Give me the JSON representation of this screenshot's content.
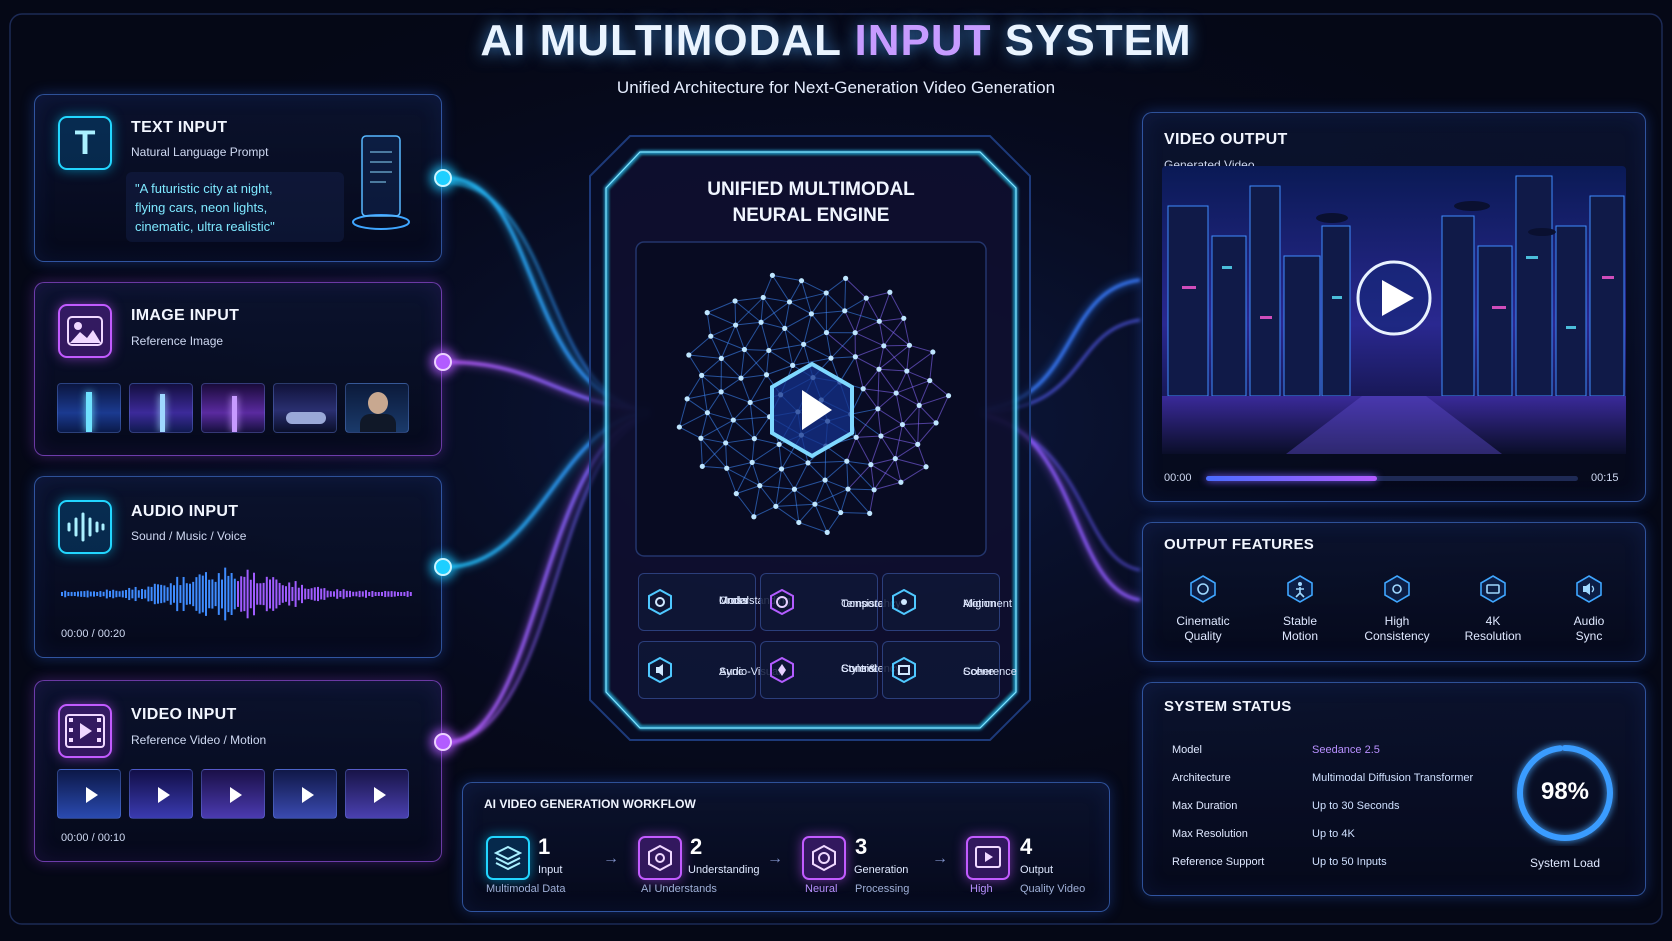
{
  "header": {
    "title_part1": "AI MULTIMODAL ",
    "title_part2": "INPUT",
    "title_part3": " SYSTEM",
    "subtitle": "Unified Architecture for Next-Generation Video Generation"
  },
  "text_input": {
    "title": "TEXT INPUT",
    "subtitle": "Natural Language Prompt",
    "prompt_line1": "\"A futuristic city at night,",
    "prompt_line2": "flying cars, neon lights,",
    "prompt_line3": "cinematic, ultra realistic\"",
    "icon_letter": "T"
  },
  "image_input": {
    "title": "IMAGE INPUT",
    "subtitle": "Reference Image"
  },
  "audio_input": {
    "title": "AUDIO INPUT",
    "subtitle": "Sound / Music / Voice",
    "time": "00:00 / 00:20"
  },
  "video_input": {
    "title": "VIDEO INPUT",
    "subtitle": "Reference Video / Motion",
    "time": "00:00 / 00:10"
  },
  "engine": {
    "title_line1": "UNIFIED MULTIMODAL",
    "title_line2": "NEURAL ENGINE",
    "features": [
      {
        "line1": "Cross",
        "line2": "Modal",
        "line3": "Understanding",
        "icon": "hex-gear-icon"
      },
      {
        "line1": "Temporal",
        "line2": "Consistency",
        "line3": "",
        "icon": "hex-clock-icon"
      },
      {
        "line1": "Motion",
        "line2": "Alignment",
        "line3": "",
        "icon": "hex-target-icon"
      },
      {
        "line1": "Audio-Visual",
        "line2": "Sync",
        "line3": "",
        "icon": "hex-audio-icon"
      },
      {
        "line1": "Style &",
        "line2": "Consistency",
        "line3": "Control",
        "icon": "hex-style-icon"
      },
      {
        "line1": "Scene",
        "line2": "Coherence",
        "line3": "",
        "icon": "hex-scene-icon"
      }
    ]
  },
  "video_output": {
    "title": "VIDEO OUTPUT",
    "subtitle": "Generated Video",
    "time_start": "00:00",
    "time_end": "00:15",
    "progress": 0.46
  },
  "output_features": {
    "title": "OUTPUT FEATURES",
    "items": [
      {
        "line1": "Cinematic",
        "line2": "Quality",
        "icon": "film-icon"
      },
      {
        "line1": "Stable",
        "line2": "Motion",
        "icon": "motion-icon"
      },
      {
        "line1": "High",
        "line2": "Consistency",
        "icon": "consistency-icon"
      },
      {
        "line1": "4K",
        "line2": "Resolution",
        "icon": "4k-icon"
      },
      {
        "line1": "Audio",
        "line2": "Sync",
        "icon": "speaker-icon"
      }
    ]
  },
  "system_status": {
    "title": "SYSTEM STATUS",
    "rows": [
      {
        "label": "Model",
        "value": "Seedance 2.5"
      },
      {
        "label": "Architecture",
        "value": "Multimodal Diffusion Transformer"
      },
      {
        "label": "Max Duration",
        "value": "Up to 30 Seconds"
      },
      {
        "label": "Max Resolution",
        "value": "Up to 4K"
      },
      {
        "label": "Reference Support",
        "value": "Up to 50 Inputs"
      }
    ],
    "load_value": "98%",
    "load_fraction": 0.98,
    "load_label": "System Load"
  },
  "workflow": {
    "title": "AI VIDEO GENERATION WORKFLOW",
    "steps": [
      {
        "num": "1",
        "label": "Input",
        "sub": "Multimodal Data",
        "icon": "layers-icon"
      },
      {
        "num": "2",
        "label": "Understanding",
        "sub": "AI Understands",
        "icon": "brain-icon"
      },
      {
        "num": "3",
        "label": "Generation",
        "sub": "Neural",
        "sub2": "Processing",
        "icon": "gear-icon"
      },
      {
        "num": "4",
        "label": "Output",
        "sub": "High",
        "sub2": "Quality Video",
        "icon": "play-screen-icon"
      }
    ]
  },
  "colors": {
    "cyan": "#22d6ff",
    "purple": "#b25cff",
    "accent_blue": "#3d7bff",
    "status_value": "#b890ff"
  }
}
